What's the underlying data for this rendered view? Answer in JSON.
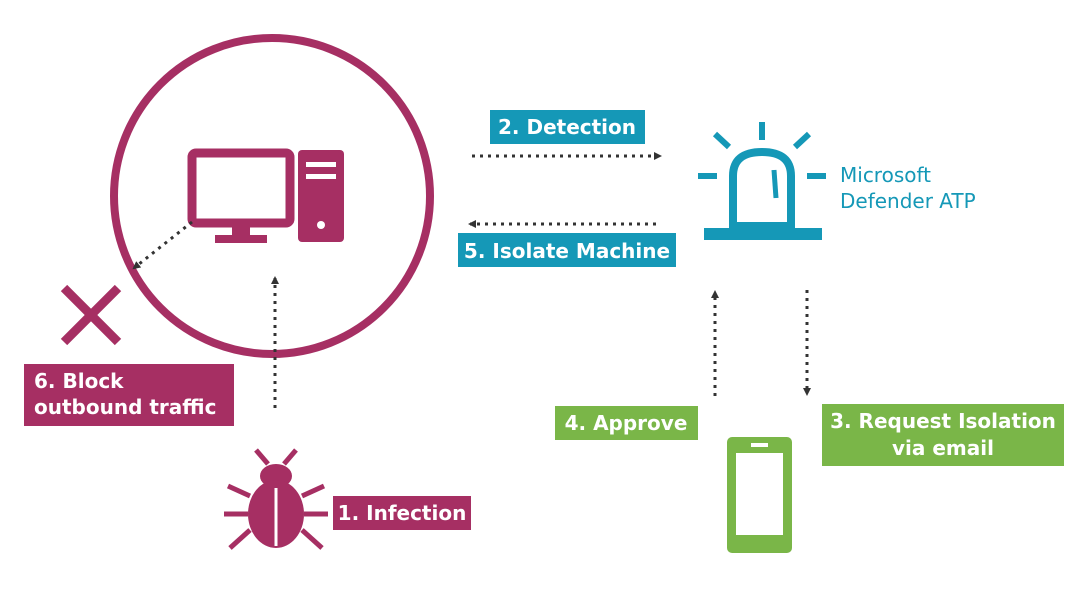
{
  "colors": {
    "magenta": "#a62f63",
    "teal": "#1598b7",
    "green": "#7ab648",
    "arrow": "#333333",
    "white": "#ffffff"
  },
  "icons": {
    "computer": "desktop-computer-icon",
    "bug": "bug-icon",
    "siren": "siren-icon",
    "phone": "smartphone-icon",
    "block": "x-mark-icon"
  },
  "defender": {
    "line1": "Microsoft",
    "line2": "Defender ATP"
  },
  "steps": {
    "infection": "1. Infection",
    "detection": "2. Detection",
    "request_line1": "3. Request Isolation",
    "request_line2": "via email",
    "approve": "4. Approve",
    "isolate": "5. Isolate Machine",
    "block_line1": "6. Block",
    "block_line2": "outbound traffic"
  }
}
